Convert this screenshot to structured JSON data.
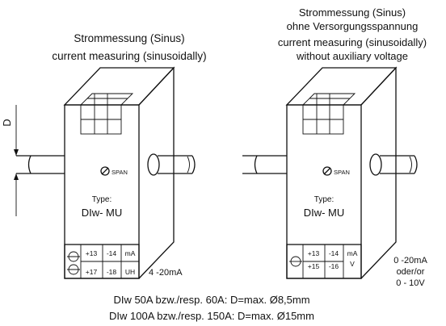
{
  "left": {
    "title_de": "Strommessung (Sinus)",
    "title_en": "current measuring (sinusoidally)",
    "dim_label": "D",
    "span": "SPAN",
    "type_label": "Type:",
    "model": "DIw- MU",
    "terminals": {
      "row1": [
        "+13",
        "-14",
        "mA"
      ],
      "row2": [
        "+17",
        "-18",
        "UH"
      ]
    },
    "output": "4 -20mA"
  },
  "right": {
    "title_de": "Strommessung (Sinus)",
    "title_de2": "ohne Versorgungsspannung",
    "title_en": "current measuring (sinusoidally)",
    "title_en2": "without auxiliary voltage",
    "span": "SPAN",
    "type_label": "Type:",
    "model": "DIw- MU",
    "terminals": {
      "row1": [
        "+13",
        "-14",
        "mA"
      ],
      "row2": [
        "+15",
        "-16",
        "V"
      ]
    },
    "output1": "0 -20mA",
    "output2": "oder/or",
    "output3": "0 - 10V"
  },
  "notes": [
    "DIw 50A bzw./resp. 60A: D=max. Ø8,5mm",
    "DIw 100A bzw./resp. 150A: D=max. Ø15mm"
  ]
}
